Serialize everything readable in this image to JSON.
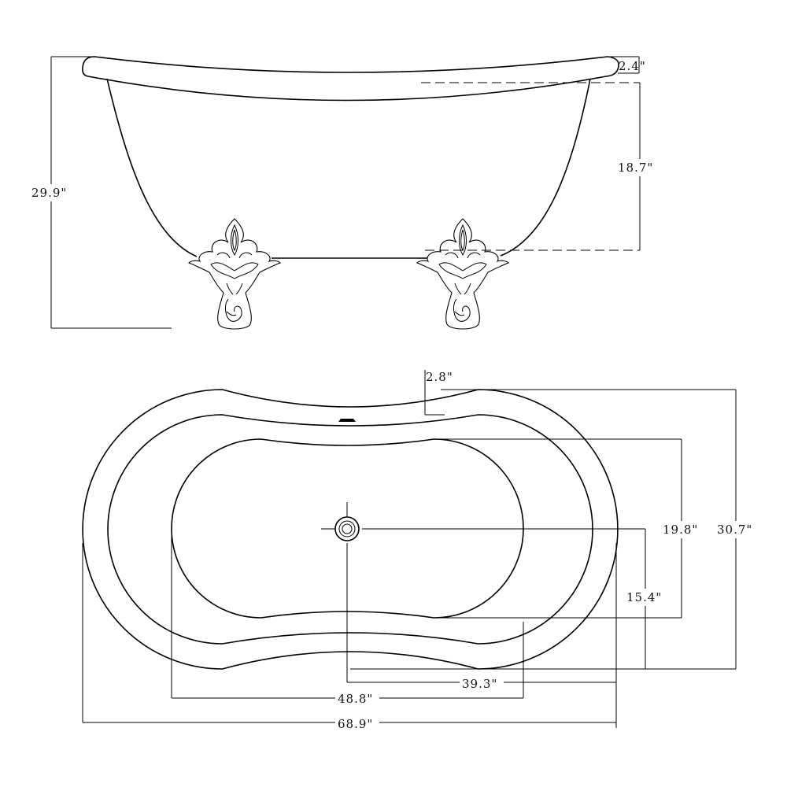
{
  "title": "Clawfoot double slipper bathtub dimension drawing",
  "side_view": {
    "rim_thickness": "2.4\"",
    "interior_depth": "18.7\"",
    "overall_height": "29.9\""
  },
  "top_view": {
    "rim_width": "2.8\"",
    "interior_width": "19.8\"",
    "overall_width": "30.7\"",
    "drain_to_side": "15.4\"",
    "drain_to_end": "39.3\"",
    "interior_length": "48.8\"",
    "overall_length": "68.9\""
  }
}
